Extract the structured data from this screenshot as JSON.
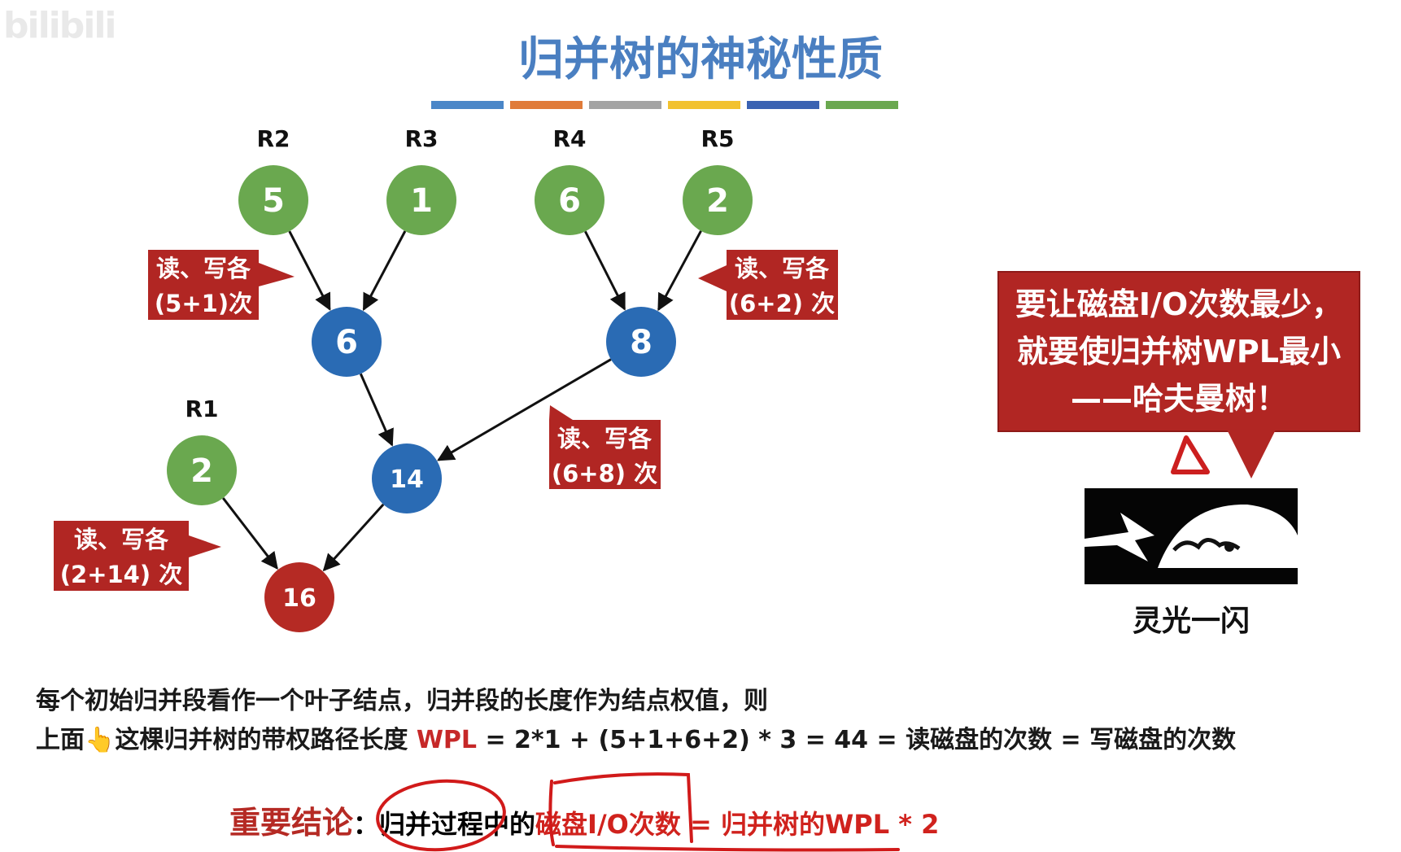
{
  "watermark": "bilibili",
  "title": "归并树的神秘性质",
  "color_bar": [
    "#4a86c8",
    "#e07b39",
    "#a3a3a3",
    "#f2c230",
    "#3a62b2",
    "#6aa84f"
  ],
  "colors": {
    "leaf": "#6aa84f",
    "internal": "#2a6bb4",
    "root": "#b52a24",
    "callout": "#b12623"
  },
  "tree": {
    "nodes": [
      {
        "id": "r2",
        "value": "5",
        "kind": "leaf",
        "label": "R2"
      },
      {
        "id": "r3",
        "value": "1",
        "kind": "leaf",
        "label": "R3"
      },
      {
        "id": "r4",
        "value": "6",
        "kind": "leaf",
        "label": "R4"
      },
      {
        "id": "r5",
        "value": "2",
        "kind": "leaf",
        "label": "R5"
      },
      {
        "id": "n6",
        "value": "6",
        "kind": "internal"
      },
      {
        "id": "n8",
        "value": "8",
        "kind": "internal"
      },
      {
        "id": "r1",
        "value": "2",
        "kind": "leaf",
        "label": "R1"
      },
      {
        "id": "n14",
        "value": "14",
        "kind": "internal"
      },
      {
        "id": "n16",
        "value": "16",
        "kind": "root"
      }
    ],
    "edges": [
      [
        "r2",
        "n6"
      ],
      [
        "r3",
        "n6"
      ],
      [
        "r4",
        "n8"
      ],
      [
        "r5",
        "n8"
      ],
      [
        "n6",
        "n14"
      ],
      [
        "n8",
        "n14"
      ],
      [
        "r1",
        "n16"
      ],
      [
        "n14",
        "n16"
      ]
    ],
    "callouts": [
      {
        "line1": "读、写各",
        "line2": "(5+1)次"
      },
      {
        "line1": "读、写各",
        "line2": "(6+2) 次"
      },
      {
        "line1": "读、写各",
        "line2": "(6+8) 次"
      },
      {
        "line1": "读、写各",
        "line2": "(2+14) 次"
      }
    ]
  },
  "big_callout": {
    "line1": "要让磁盘I/O次数最少，",
    "line2": "就要使归并树WPL最小",
    "line3": "——哈夫曼树！"
  },
  "flash_caption": "灵光一闪",
  "text": {
    "line1": "每个初始归并段看作一个叶子结点，归并段的长度作为结点权值，则",
    "line2_prefix": "上面",
    "hand_icon": "👆",
    "line2_mid": "这棵归并树的带权路径长度",
    "wpl_label": "WPL",
    "formula": " =  2*1 + (5+1+6+2) * 3 =  44 ",
    "line2_suffix": " = 读磁盘的次数 = 写磁盘的次数"
  },
  "conclusion": {
    "label": "重要结论",
    "colon": "：",
    "part1": "归并过程中的",
    "part2": "磁盘I/O次数",
    "part3": " = 归并树的WPL * 2"
  }
}
